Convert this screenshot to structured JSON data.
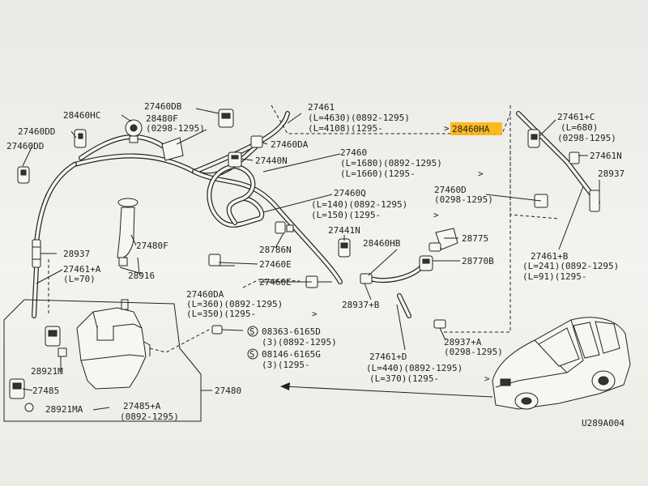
{
  "highlight_color": "#ffb000",
  "labels": {
    "l_28460HC": "28460HC",
    "l_27460DB": "27460DB",
    "l_28480F": "28480F",
    "l_28480F_r": "(0298-1295)",
    "l_27460DD_a": "27460DD",
    "l_27460DD_b": "27460DD",
    "l_27461": "27461",
    "l_27461_r1": "(L=4630)(0892-1295)",
    "l_27461_r2": "(L=4108)(1295-",
    "l_28460HA": "28460HA",
    "l_27460DA": "27460DA",
    "l_27440N": "27440N",
    "l_27460": "27460",
    "l_27460_r1": "(L=1680)(0892-1295)",
    "l_27460_r2": "(L=1660)(1295-",
    "l_27460Q": "27460Q",
    "l_27460Q_r1": "(L=140)(0892-1295)",
    "l_27460Q_r2": "(L=150)(1295-",
    "l_27480F": "27480F",
    "l_28937_a": "28937",
    "l_27461A": "27461+A",
    "l_27461A_r": "(L=70)",
    "l_28916": "28916",
    "l_28786N": "28786N",
    "l_27441N": "27441N",
    "l_27460E_a": "27460E",
    "l_27460E_b": "27460E",
    "l_28460HB": "28460HB",
    "l_28775": "28775",
    "l_28770B": "28770B",
    "l_27460DA_2": "27460DA",
    "l_27460DA_2_r1": "(L=360)(0892-1295)",
    "l_27460DA_2_r2": "(L=350)(1295-",
    "l_28937B": "28937+B",
    "l_08363": "08363-6165D",
    "l_08363_r": "(3)(0892-1295)",
    "l_08146": "08146-6165G",
    "l_08146_r": "(3)(1295-",
    "l_S": "S",
    "l_28937A": "28937+A",
    "l_28937A_r": "(0298-1295)",
    "l_27461D": "27461+D",
    "l_27461D_r1": "(L=440)(0892-1295)",
    "l_27461D_r2": "(L=370)(1295-",
    "l_28921M_a": "28921M",
    "l_27485": "27485",
    "l_28921MA": "28921MA",
    "l_27485A": "27485+A",
    "l_27485A_r": "(0892-1295)",
    "l_27480": "27480",
    "l_27461C": "27461+C",
    "l_27461C_r1": "(L=680)",
    "l_27461C_r2": "(0298-1295)",
    "l_27461N": "27461N",
    "l_28937_b": "28937",
    "l_27460D": "27460D",
    "l_27460D_r": "(0298-1295)",
    "l_27461B": "27461+B",
    "l_27461B_r1": "(L=241)(0892-1295)",
    "l_27461B_r2": "(L=91)(1295-",
    "l_code": "U289A004"
  }
}
